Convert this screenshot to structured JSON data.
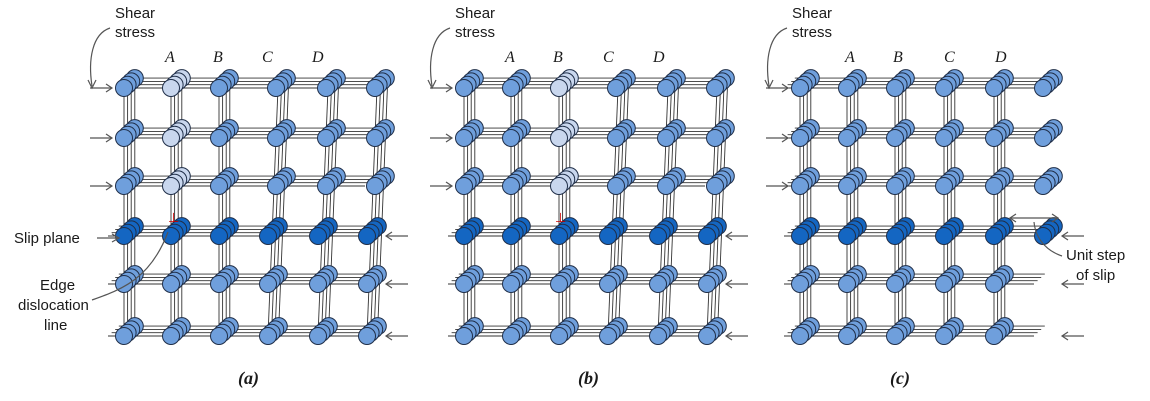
{
  "panels": [
    {
      "caption": "(a)",
      "stress_label": [
        "Shear",
        "stress"
      ],
      "columns": [
        "A",
        "B",
        "C",
        "D"
      ]
    },
    {
      "caption": "(b)",
      "stress_label": [
        "Shear",
        "stress"
      ],
      "columns": [
        "A",
        "B",
        "C",
        "D"
      ]
    },
    {
      "caption": "(c)",
      "stress_label": [
        "Shear",
        "stress"
      ],
      "columns": [
        "A",
        "B",
        "C",
        "D"
      ]
    }
  ],
  "labels": {
    "slip_plane": "Slip plane",
    "edge_dislocation": [
      "Edge",
      "dislocation",
      "line"
    ],
    "unit_step": [
      "Unit step",
      "of slip"
    ],
    "dislocation_symbol": "⊥"
  },
  "colors": {
    "atom_fill": "#6f9fdc",
    "atom_highlight": "#c9d7ee",
    "slip_atom": "#1466c2",
    "bond": "#333333",
    "arrow": "#555555",
    "marker": "#d00000"
  }
}
